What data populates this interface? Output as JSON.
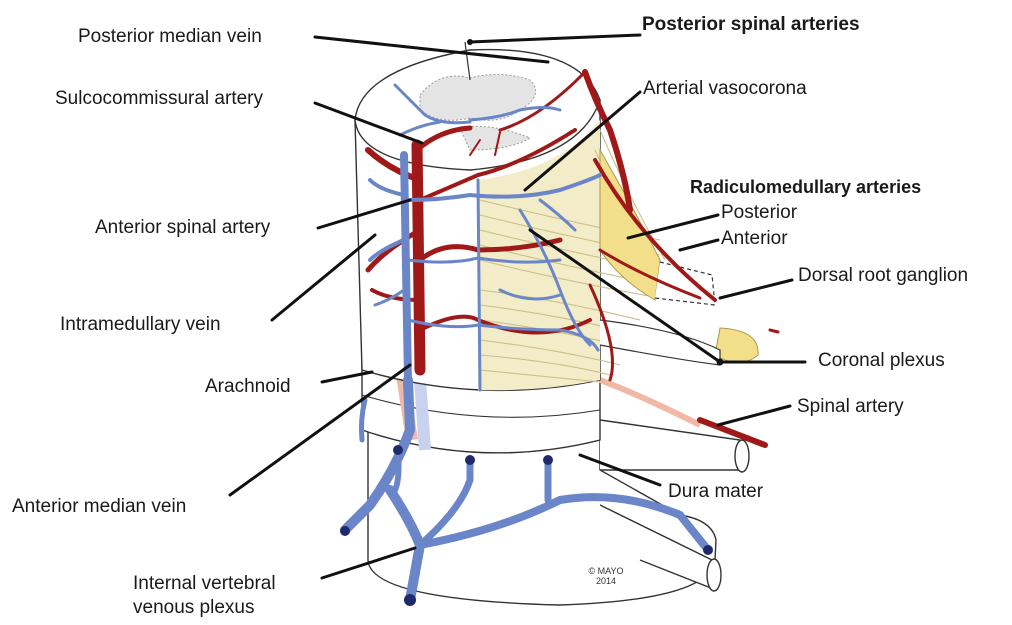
{
  "labels": {
    "posterior_median_vein": "Posterior median vein",
    "posterior_spinal_arteries": "Posterior spinal arteries",
    "sulcocommissural_artery": "Sulcocommissural artery",
    "arterial_vasocorona": "Arterial vasocorona",
    "radiculomedullary_arteries": "Radiculomedullary arteries",
    "posterior": "Posterior",
    "anterior": "Anterior",
    "anterior_spinal_artery": "Anterior spinal artery",
    "dorsal_root_ganglion": "Dorsal root ganglion",
    "intramedullary_vein": "Intramedullary vein",
    "coronal_plexus": "Coronal plexus",
    "arachnoid": "Arachnoid",
    "spinal_artery": "Spinal artery",
    "dura_mater": "Dura mater",
    "anterior_median_vein": "Anterior median vein",
    "internal_vertebral_venous_plexus_1": "Internal vertebral",
    "internal_vertebral_venous_plexus_2": "venous plexus"
  },
  "copyright": {
    "line1": "© MAYO",
    "line2": "2014"
  },
  "colors": {
    "artery": "#a01818",
    "vein": "#6b86c8",
    "vein_dark": "#1e2a6a",
    "nerve": "#efe6b8",
    "ganglion": "#f3df8a",
    "outline": "#333333",
    "pale_artery": "#f2b8a6"
  }
}
